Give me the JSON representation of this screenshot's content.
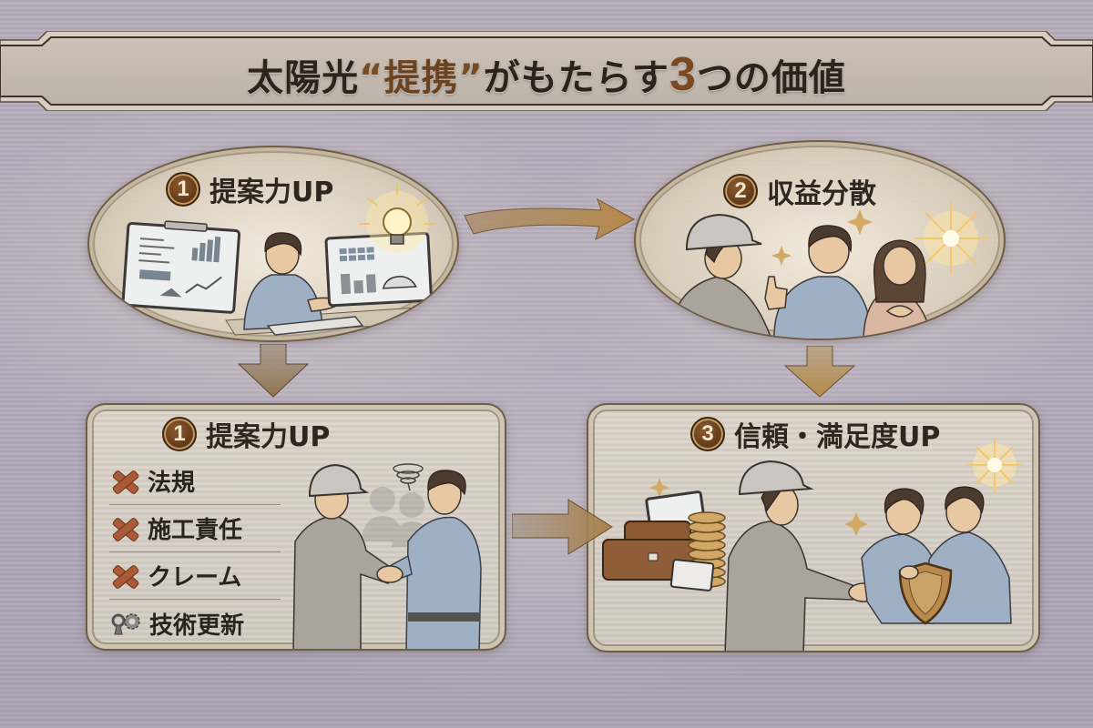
{
  "title": {
    "prefix": "太陽光",
    "open_quote": "“",
    "accent": "提携",
    "close_quote": "”",
    "middle": "がもたらす",
    "number": "3",
    "suffix": "つの価値"
  },
  "panels": [
    {
      "id": "top-left",
      "shape": "oval",
      "number": "1",
      "heading": "提案力UP",
      "illustration": "worker-at-desk-with-clipboard-monitor-lightbulb"
    },
    {
      "id": "top-right",
      "shape": "oval",
      "number": "2",
      "heading": "収益分散",
      "illustration": "worker-with-hardhat-thumbs-up-couple-sparkles"
    },
    {
      "id": "bottom-left",
      "shape": "card",
      "number": "1",
      "heading": "提案力UP",
      "items": [
        {
          "icon": "x-icon",
          "label": "法規"
        },
        {
          "icon": "x-icon",
          "label": "施工責任"
        },
        {
          "icon": "x-icon",
          "label": "クレーム"
        },
        {
          "icon": "gear-icon",
          "label": "技術更新"
        }
      ],
      "illustration": "hardhat-worker-handshake-with-client"
    },
    {
      "id": "bottom-right",
      "shape": "card",
      "number": "3",
      "heading": "信頼・満足度UP",
      "illustration": "briefcase-coins-handshake-shield-customers"
    }
  ],
  "arrows": [
    {
      "from": "top-left",
      "to": "top-right",
      "direction": "right-curved"
    },
    {
      "from": "top-left",
      "to": "bottom-left",
      "direction": "down"
    },
    {
      "from": "top-right",
      "to": "bottom-right",
      "direction": "down"
    },
    {
      "from": "bottom-left",
      "to": "bottom-right",
      "direction": "right"
    }
  ],
  "colors": {
    "background": "#b3abba",
    "panel_fill": "#dcd4c8",
    "panel_border": "#6e5d48",
    "badge": "#6b3f1c",
    "heading_text": "#2e2720",
    "title_accent": "#6b4320",
    "x_mark": "#a95a36",
    "arrow_brown": "#9a7448",
    "arrow_gold": "#b78a44"
  }
}
